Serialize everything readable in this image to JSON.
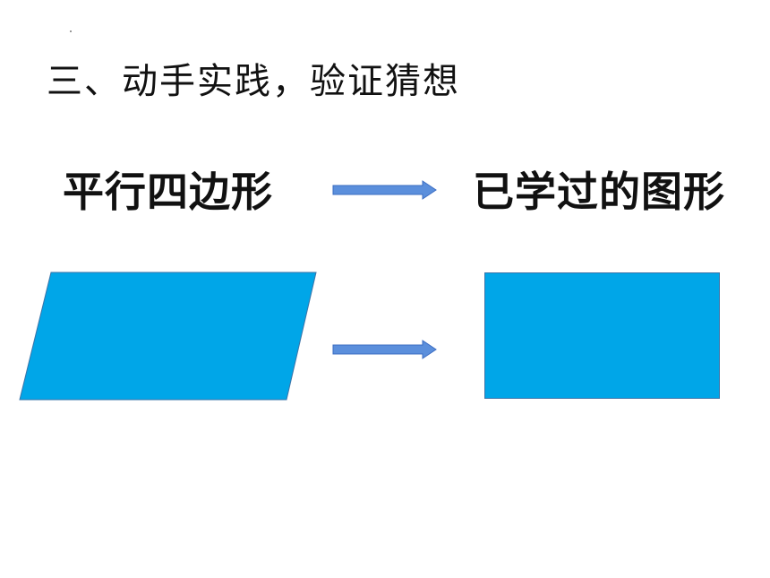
{
  "slide": {
    "heading": "三、动手实践，验证猜想",
    "left_label": "平行四边形",
    "right_label": "已学过的图形"
  },
  "colors": {
    "shape_fill": "#00a6e8",
    "shape_stroke": "#3a73a8",
    "arrow_fill": "#5b8fdc",
    "arrow_stroke": "#3b6cc2",
    "text": "#111111"
  },
  "icons": {
    "arrow": "right-arrow-icon"
  }
}
